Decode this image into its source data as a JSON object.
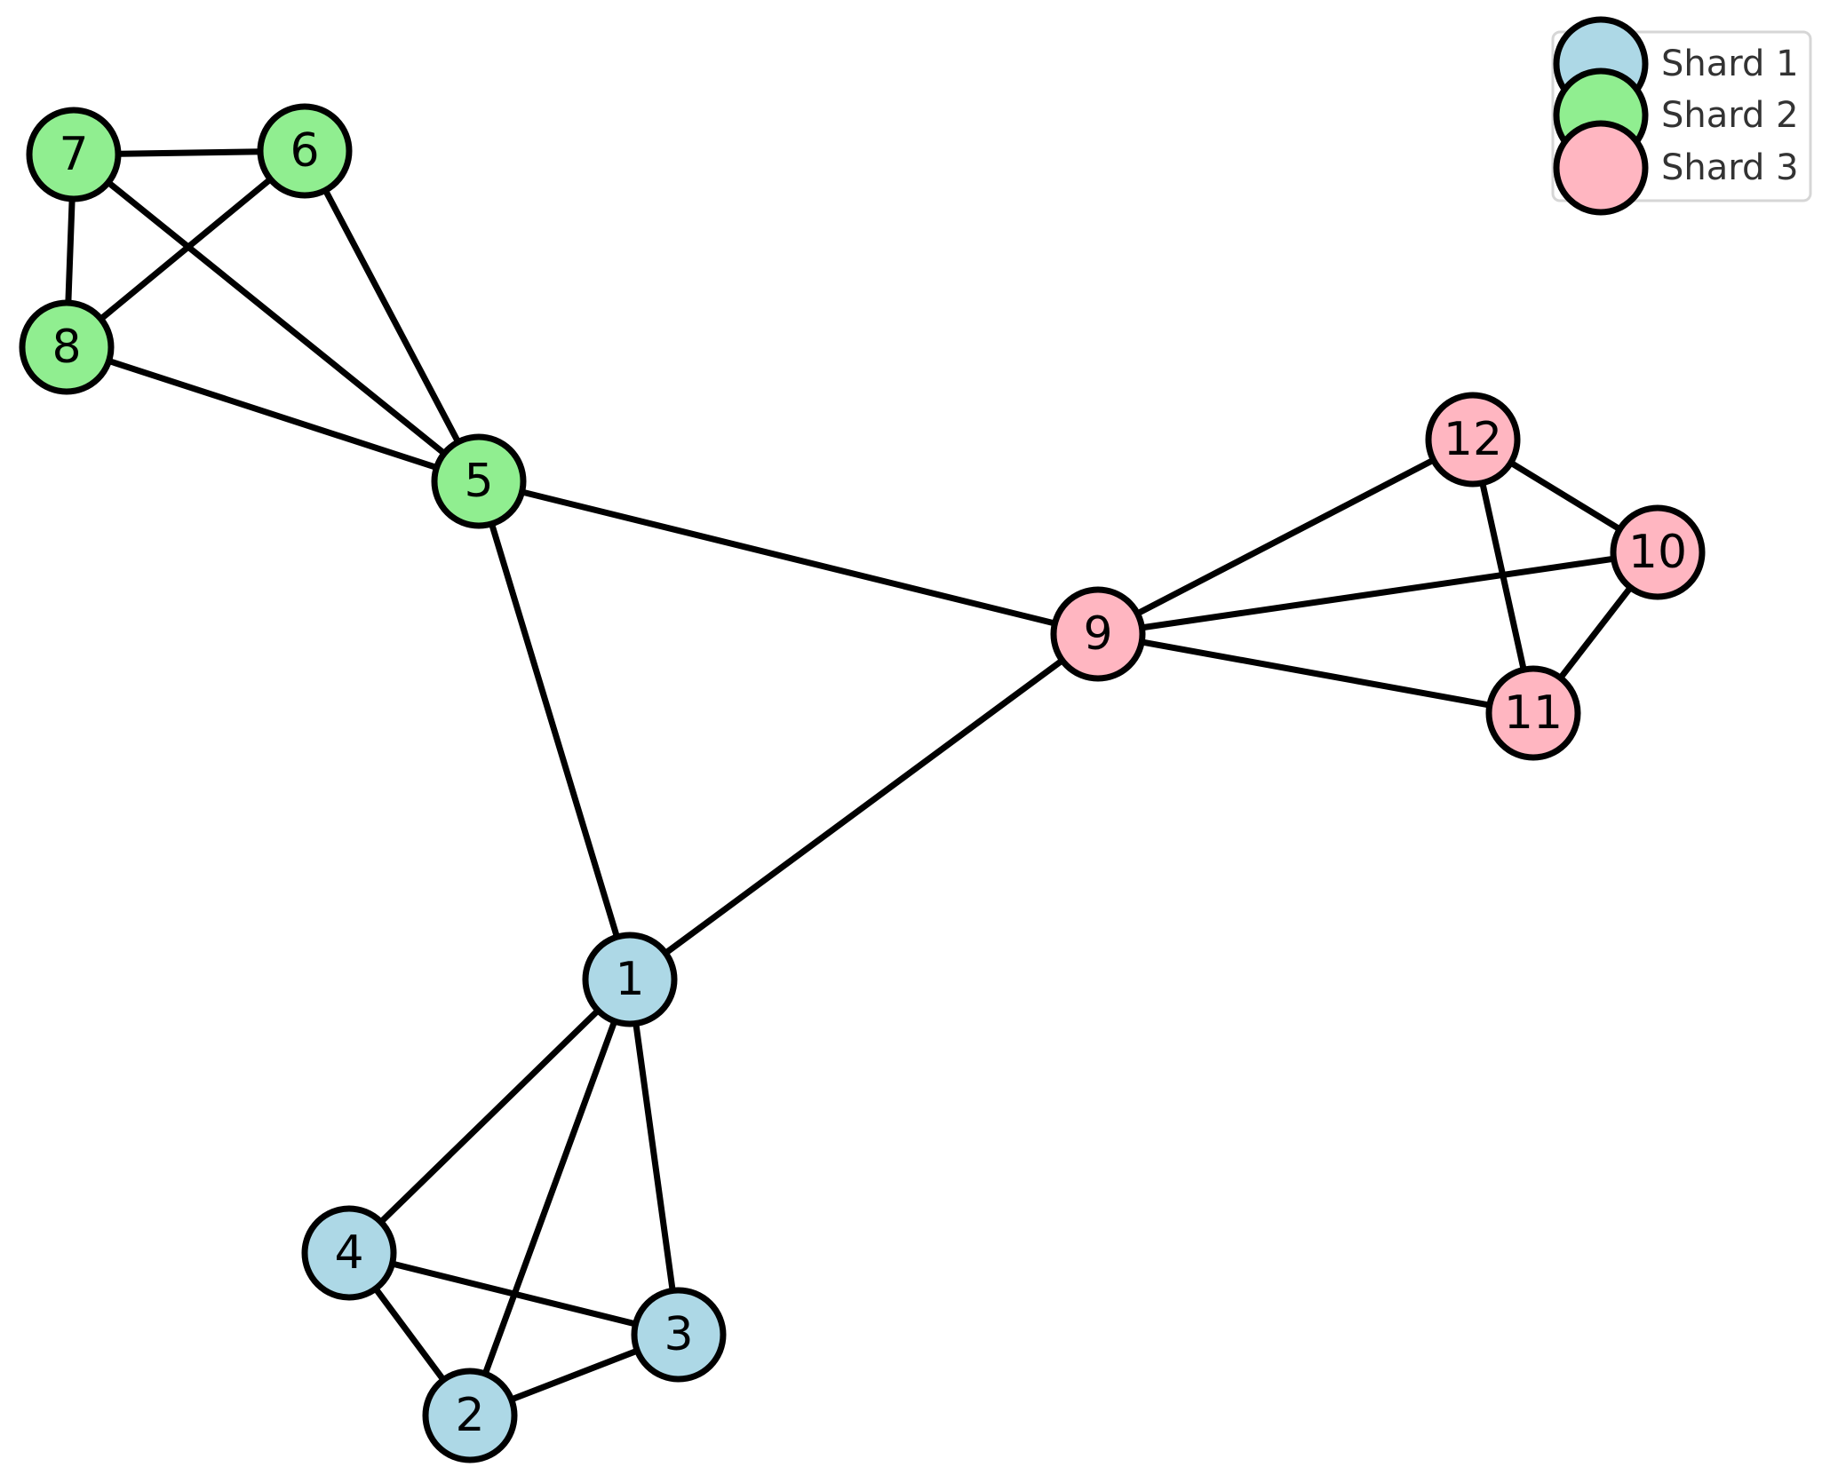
{
  "diagram": {
    "nodes": [
      {
        "id": "1",
        "label": "1",
        "shard": "s1"
      },
      {
        "id": "2",
        "label": "2",
        "shard": "s1"
      },
      {
        "id": "3",
        "label": "3",
        "shard": "s1"
      },
      {
        "id": "4",
        "label": "4",
        "shard": "s1"
      },
      {
        "id": "5",
        "label": "5",
        "shard": "s2"
      },
      {
        "id": "6",
        "label": "6",
        "shard": "s2"
      },
      {
        "id": "7",
        "label": "7",
        "shard": "s2"
      },
      {
        "id": "8",
        "label": "8",
        "shard": "s2"
      },
      {
        "id": "9",
        "label": "9",
        "shard": "s3"
      },
      {
        "id": "10",
        "label": "10",
        "shard": "s3"
      },
      {
        "id": "11",
        "label": "11",
        "shard": "s3"
      },
      {
        "id": "12",
        "label": "12",
        "shard": "s3"
      }
    ],
    "edges": [
      [
        "7",
        "6"
      ],
      [
        "7",
        "8"
      ],
      [
        "7",
        "5"
      ],
      [
        "6",
        "8"
      ],
      [
        "6",
        "5"
      ],
      [
        "8",
        "5"
      ],
      [
        "5",
        "9"
      ],
      [
        "5",
        "1"
      ],
      [
        "9",
        "1"
      ],
      [
        "9",
        "12"
      ],
      [
        "9",
        "10"
      ],
      [
        "9",
        "11"
      ],
      [
        "12",
        "10"
      ],
      [
        "12",
        "11"
      ],
      [
        "10",
        "11"
      ],
      [
        "1",
        "4"
      ],
      [
        "1",
        "2"
      ],
      [
        "1",
        "3"
      ],
      [
        "4",
        "3"
      ],
      [
        "4",
        "2"
      ],
      [
        "2",
        "3"
      ]
    ]
  },
  "legend": {
    "entries": [
      {
        "key": "s1",
        "label": "Shard 1",
        "color": "#add8e6"
      },
      {
        "key": "s2",
        "label": "Shard 2",
        "color": "#90ee90"
      },
      {
        "key": "s3",
        "label": "Shard 3",
        "color": "#ffb6c1"
      }
    ]
  }
}
